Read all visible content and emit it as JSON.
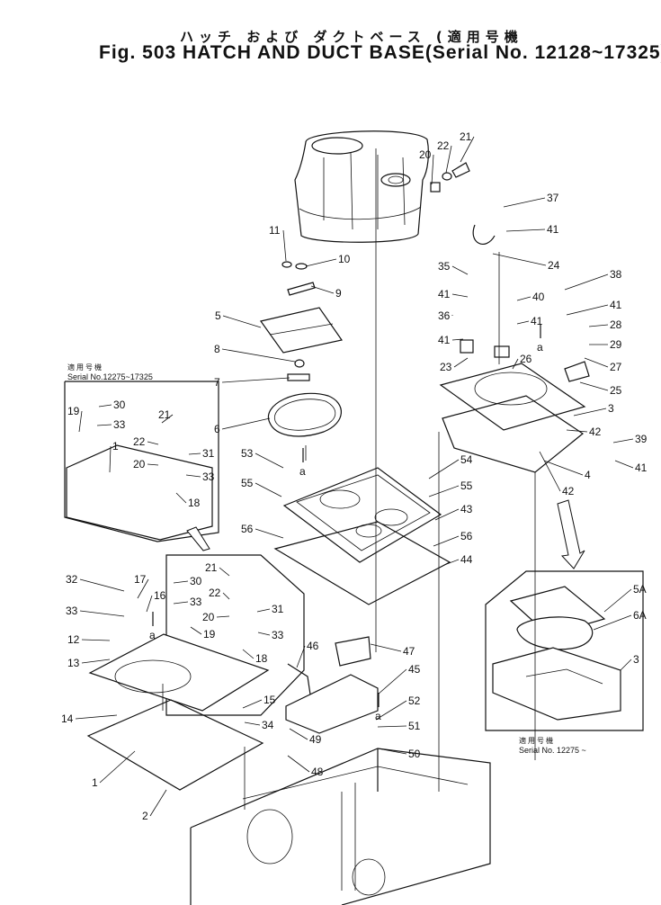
{
  "title": {
    "jp_line": "ハッチ および ダクトベース (適用号機",
    "en_line": "Fig. 503 HATCH AND DUCT BASE(Serial No. 12128~17325)"
  },
  "inset_top_left": {
    "jp": "適用号機",
    "serial": "Serial No.12275~17325"
  },
  "inset_right": {
    "jp": "適用号機",
    "serial": "Serial No. 12275 ~"
  },
  "view_marker": "a",
  "part_numbers": [
    "1",
    "2",
    "3",
    "4",
    "5",
    "5A",
    "6",
    "6A",
    "7",
    "8",
    "9",
    "10",
    "11",
    "12",
    "13",
    "14",
    "15",
    "16",
    "17",
    "18",
    "19",
    "20",
    "21",
    "22",
    "23",
    "24",
    "25",
    "26",
    "27",
    "28",
    "29",
    "30",
    "31",
    "32",
    "33",
    "34",
    "35",
    "36",
    "37",
    "38",
    "39",
    "40",
    "41",
    "42",
    "43",
    "44",
    "45",
    "46",
    "47",
    "48",
    "49",
    "50",
    "51",
    "52",
    "53",
    "54",
    "55",
    "56"
  ]
}
